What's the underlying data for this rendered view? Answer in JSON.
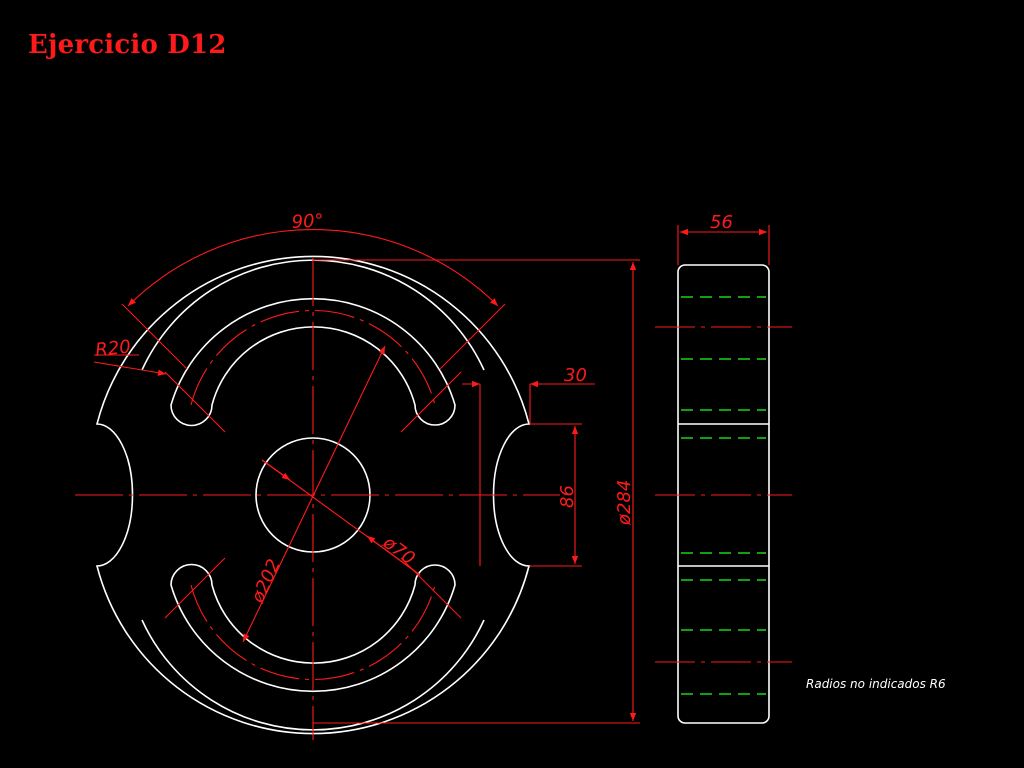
{
  "title": "Ejercicio D12",
  "dimensions": {
    "angle": "90°",
    "r_slot": "R20",
    "d_outer": "ø284",
    "d_slot": "ø202",
    "d_hub": "ø70",
    "notch_height": "86",
    "notch_offset": "30",
    "thickness": "56"
  },
  "note": "Radios no indicados R6",
  "colors": {
    "outline": "#ffffff",
    "dimension": "#ff1a1a",
    "hidden": "#19d419",
    "title": "#ff1a1a"
  }
}
